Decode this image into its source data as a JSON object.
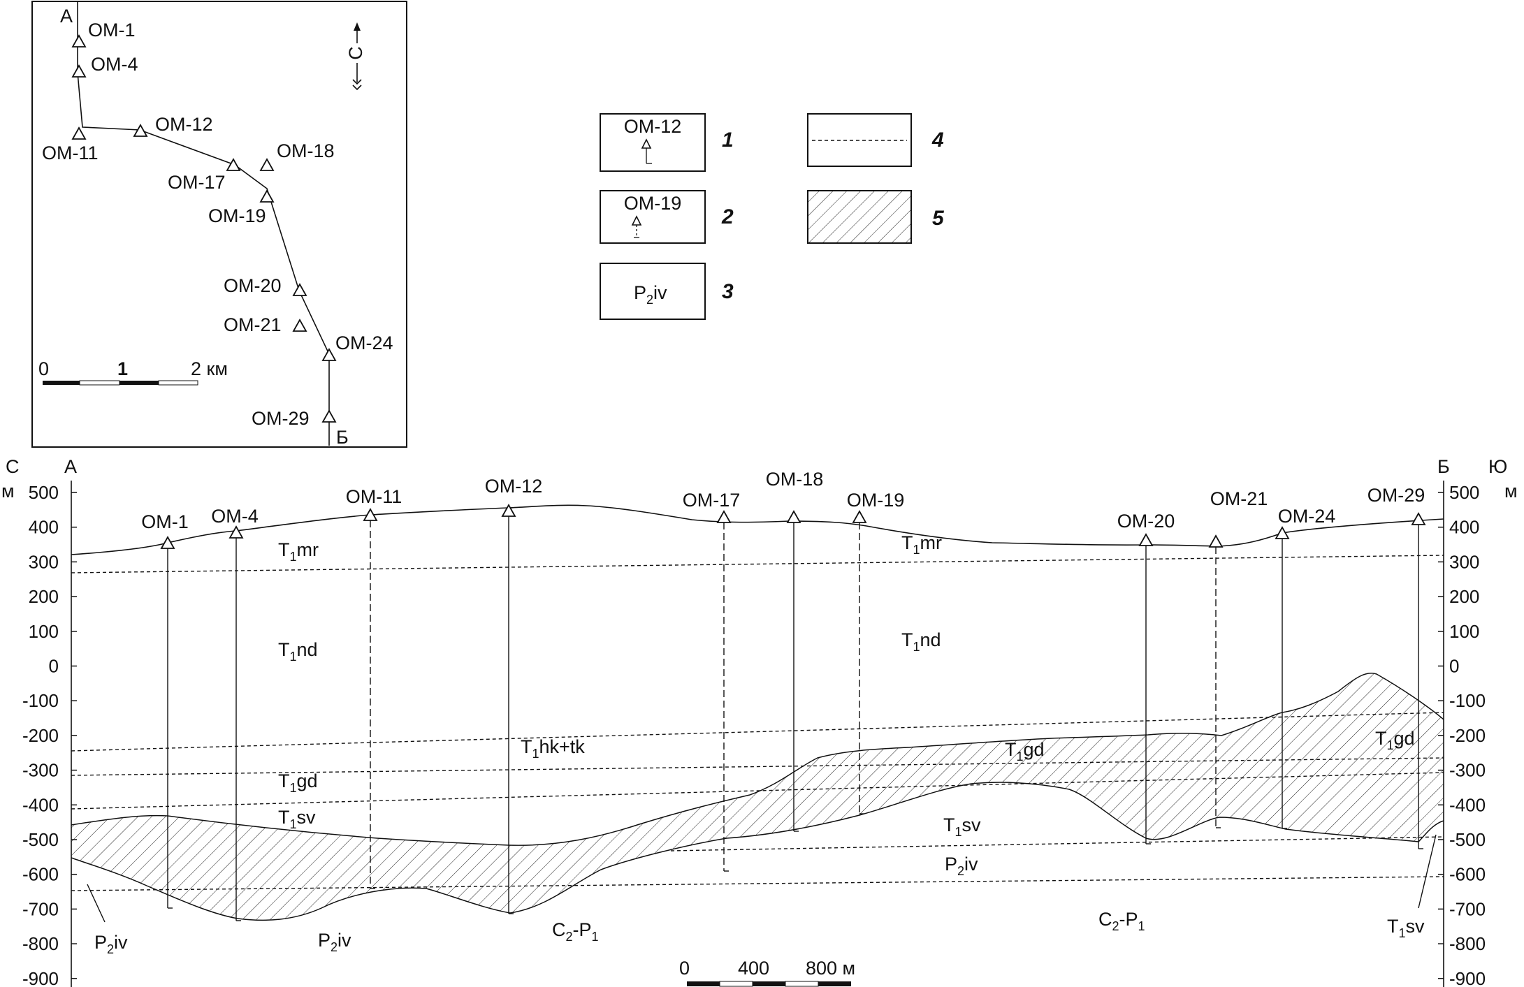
{
  "map": {
    "a": "А",
    "b": "Б",
    "north": "С",
    "scale": [
      "0",
      "1",
      "2 км"
    ],
    "wells": [
      {
        "name": "ОМ-1"
      },
      {
        "name": "ОМ-4"
      },
      {
        "name": "ОМ-11"
      },
      {
        "name": "ОМ-12"
      },
      {
        "name": "ОМ-17"
      },
      {
        "name": "ОМ-18"
      },
      {
        "name": "ОМ-19"
      },
      {
        "name": "ОМ-20"
      },
      {
        "name": "ОМ-21"
      },
      {
        "name": "ОМ-24"
      },
      {
        "name": "ОМ-29"
      }
    ]
  },
  "legend": [
    {
      "num": "1",
      "sample": "ОМ-12"
    },
    {
      "num": "2",
      "sample": "ОМ-19"
    },
    {
      "num": "3",
      "sample": "P",
      "sub": "2",
      "suffix": "iv"
    },
    {
      "num": "4"
    },
    {
      "num": "5"
    }
  ],
  "section": {
    "left_top": "С",
    "left_a": "А",
    "right_b": "Б",
    "right_top": "Ю",
    "unit": "м",
    "y_ticks": [
      "500",
      "400",
      "300",
      "200",
      "100",
      "0",
      "-100",
      "-200",
      "-300",
      "-400",
      "-500",
      "-600",
      "-700",
      "-800",
      "-900"
    ],
    "wells": [
      "ОМ-1",
      "ОМ-4",
      "ОМ-11",
      "ОМ-12",
      "ОМ-17",
      "ОМ-18",
      "ОМ-19",
      "ОМ-20",
      "ОМ-21",
      "ОМ-24",
      "ОМ-29"
    ],
    "units": [
      {
        "p": "T",
        "s": "1",
        "t": "mr"
      },
      {
        "p": "T",
        "s": "1",
        "t": "mr"
      },
      {
        "p": "T",
        "s": "1",
        "t": "nd"
      },
      {
        "p": "T",
        "s": "1",
        "t": "nd"
      },
      {
        "p": "T",
        "s": "1",
        "t": "hk+tk"
      },
      {
        "p": "T",
        "s": "1",
        "t": "gd"
      },
      {
        "p": "T",
        "s": "1",
        "t": "gd"
      },
      {
        "p": "T",
        "s": "1",
        "t": "gd"
      },
      {
        "p": "T",
        "s": "1",
        "t": "sv"
      },
      {
        "p": "T",
        "s": "1",
        "t": "sv"
      },
      {
        "p": "P",
        "s": "2",
        "t": "iv"
      },
      {
        "p": "P",
        "s": "2",
        "t": "iv"
      },
      {
        "p": "P",
        "s": "2",
        "t": "iv"
      },
      {
        "p": "C",
        "s": "2",
        "t": "-P",
        "s2": "1"
      },
      {
        "p": "C",
        "s": "2",
        "t": "-P",
        "s2": "1"
      },
      {
        "p": "T",
        "s": "1",
        "t": "sv"
      }
    ],
    "scale": [
      "0",
      "400",
      "800 м"
    ]
  }
}
